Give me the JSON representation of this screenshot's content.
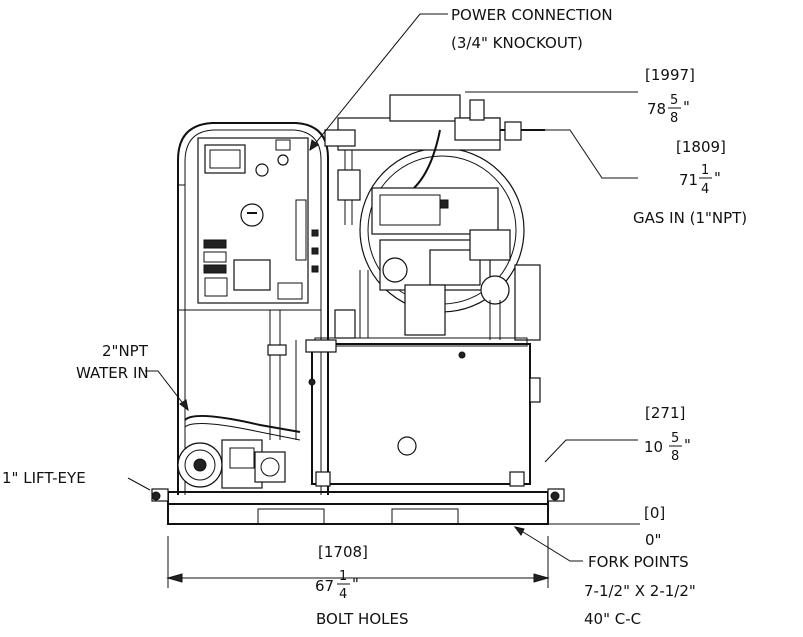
{
  "callouts": {
    "power_connection": "POWER CONNECTION",
    "knockout": "(3/4\" KNOCKOUT)",
    "gas_in": "GAS IN (1\"NPT)",
    "water_in_size": "2\"NPT",
    "water_in": "WATER IN",
    "lift_eye": "1\" LIFT-EYE",
    "bolt_holes": "BOLT HOLES",
    "fork_points_1": "FORK POINTS",
    "fork_points_2": "7-1/2\" X 2-1/2\"",
    "fork_points_3": "40\" C-C"
  },
  "dimensions": {
    "overall_height": {
      "mm": "[1997]",
      "whole": "78",
      "num": "5",
      "den": "8",
      "unit": "\""
    },
    "gas_height": {
      "mm": "[1809]",
      "whole": "71",
      "num": "1",
      "den": "4",
      "unit": "\""
    },
    "water_height": {
      "mm": "[271]",
      "whole": "10",
      "num": "5",
      "den": "8",
      "unit": "\""
    },
    "base": {
      "mm": "[0]",
      "inch": "0\""
    },
    "bolt_span": {
      "mm": "[1708]",
      "whole": "67",
      "num": "1",
      "den": "4",
      "unit": "\""
    }
  }
}
